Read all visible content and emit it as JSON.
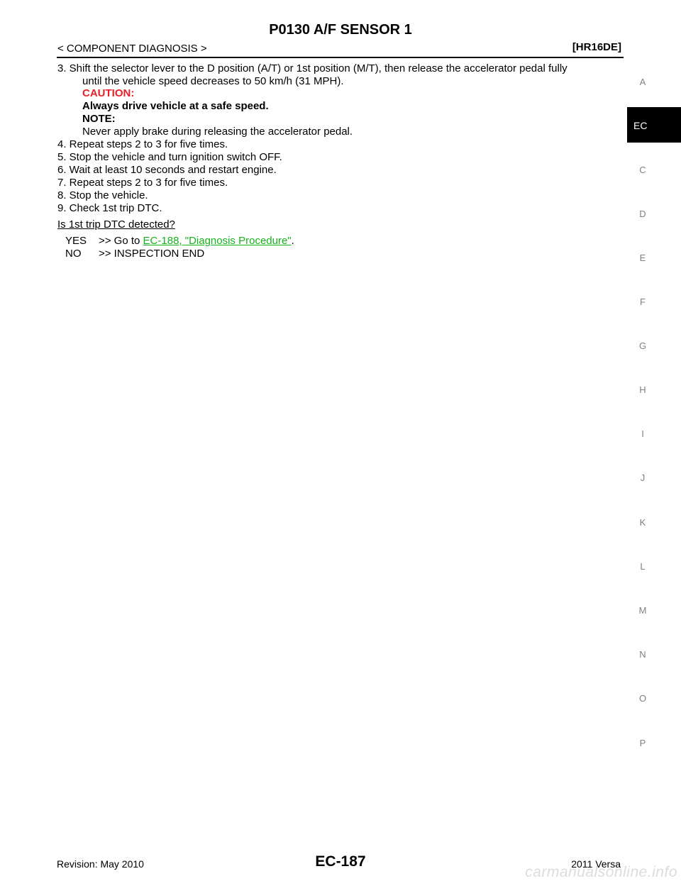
{
  "header": {
    "title": "P0130 A/F SENSOR 1",
    "section": "< COMPONENT DIAGNOSIS >",
    "model": "[HR16DE]"
  },
  "steps": {
    "s3_line1": "3.  Shift the selector lever to the D position (A/T) or 1st position (M/T), then release the accelerator pedal fully",
    "s3_line2": "until the vehicle speed decreases to 50 km/h (31 MPH).",
    "caution_label": "CAUTION:",
    "caution_text": "Always drive vehicle at a safe speed.",
    "note_label": "NOTE:",
    "note_text": "Never apply brake during releasing the accelerator pedal.",
    "s4": "4.  Repeat steps 2 to 3 for five times.",
    "s5": "5.  Stop the vehicle and turn ignition switch OFF.",
    "s6": "6.  Wait at least 10 seconds and restart engine.",
    "s7": "7.  Repeat steps 2 to 3 for five times.",
    "s8": "8.  Stop the vehicle.",
    "s9": "9.  Check 1st trip DTC."
  },
  "question": "Is 1st trip DTC detected?",
  "answers": {
    "yes_label": "YES",
    "yes_prefix": ">> Go to ",
    "yes_link": "EC-188, \"Diagnosis Procedure\"",
    "yes_suffix": ".",
    "no_label": "NO",
    "no_text": ">> INSPECTION END"
  },
  "side_index": {
    "active": "EC",
    "letters": [
      "A",
      "C",
      "D",
      "E",
      "F",
      "G",
      "H",
      "I",
      "J",
      "K",
      "L",
      "M",
      "N",
      "O",
      "P"
    ]
  },
  "footer": {
    "revision": "Revision: May 2010",
    "page": "EC-187",
    "model": "2011 Versa",
    "watermark": "carmanualsonline.info"
  },
  "colors": {
    "caution": "#e8202a",
    "link": "#19b01e",
    "side_letter": "#808080"
  }
}
